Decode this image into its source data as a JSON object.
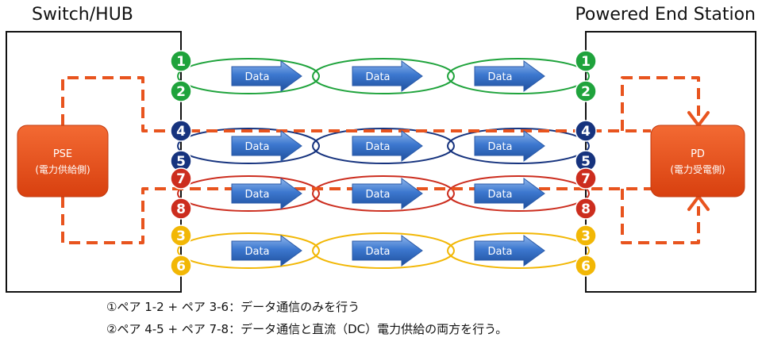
{
  "left_device": {
    "title": "Switch/HUB",
    "box_label": "PSE",
    "box_sublabel": "(電力供給側)"
  },
  "right_device": {
    "title": "Powered End Station",
    "box_label": "PD",
    "box_sublabel": "(電力受電側)"
  },
  "data_label": "Data",
  "pairs": [
    {
      "top": "1",
      "bottom": "2",
      "color": "#1fa33c"
    },
    {
      "top": "4",
      "bottom": "5",
      "color": "#16337e"
    },
    {
      "top": "7",
      "bottom": "8",
      "color": "#cc2d1e"
    },
    {
      "top": "3",
      "bottom": "6",
      "color": "#f2b705"
    }
  ],
  "power_color": "#e8541e",
  "notes": [
    "①ペア 1-2 + ペア 3-6：データ通信のみを行う",
    "②ペア 4-5 + ペア 7-8：データ通信と直流（DC）電力供給の両方を行う。"
  ]
}
